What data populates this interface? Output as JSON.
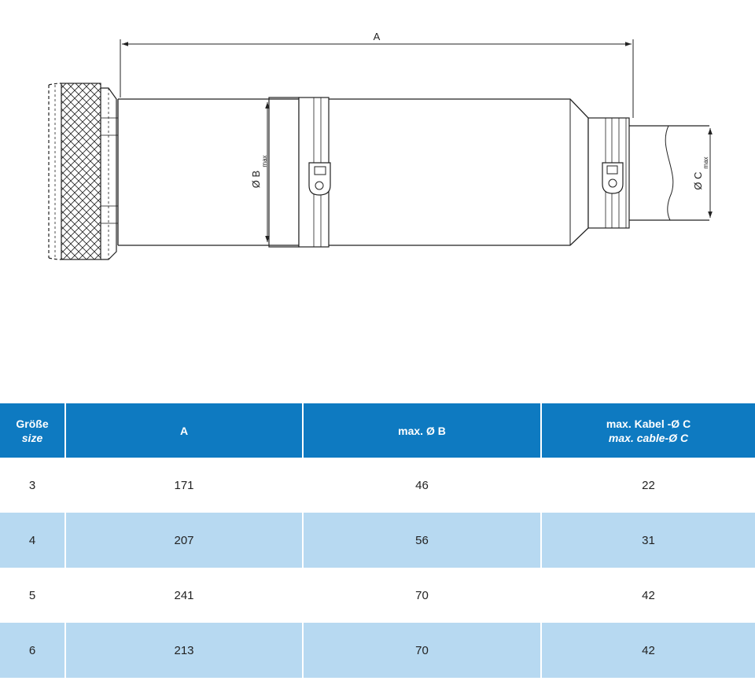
{
  "drawing": {
    "dim_a": "A",
    "dim_b": "Ø B",
    "dim_b_sub": "max",
    "dim_c": "Ø C",
    "dim_c_sub": "max"
  },
  "table": {
    "headers": [
      {
        "line1": "Größe",
        "line2": "size"
      },
      {
        "line1": "A",
        "line2": ""
      },
      {
        "line1": "max. Ø B",
        "line2": ""
      },
      {
        "line1": "max. Kabel -Ø C",
        "line2": "max. cable-Ø C"
      }
    ],
    "rows": [
      [
        "3",
        "171",
        "46",
        "22"
      ],
      [
        "4",
        "207",
        "56",
        "31"
      ],
      [
        "5",
        "241",
        "70",
        "42"
      ],
      [
        "6",
        "213",
        "70",
        "42"
      ]
    ],
    "header_color": "#0e7ac1",
    "alt_row_color": "#b7d9f1"
  }
}
